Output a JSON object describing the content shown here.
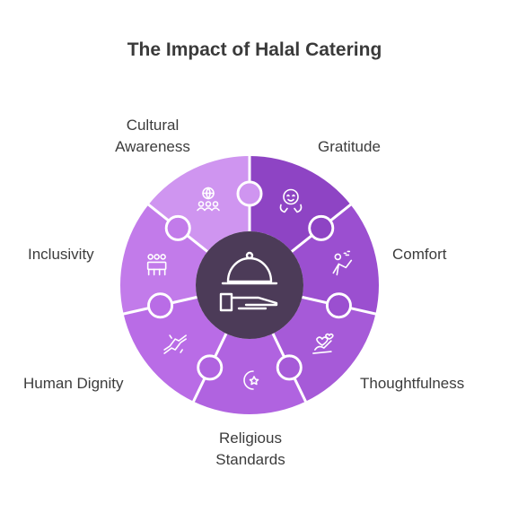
{
  "title": "The Impact of Halal Catering",
  "segments": [
    {
      "key": "gratitude",
      "label": "Gratitude",
      "color": "#8e44c4",
      "icon": "grateful-face-icon"
    },
    {
      "key": "comfort",
      "label": "Comfort",
      "color": "#9b4fd0",
      "icon": "relaxing-person-icon"
    },
    {
      "key": "thoughtfulness",
      "label": "Thoughtfulness",
      "color": "#a65ad8",
      "icon": "hearts-hand-icon"
    },
    {
      "key": "religious",
      "label": "Religious\nStandards",
      "label_line1": "Religious",
      "label_line2": "Standards",
      "color": "#b063e0",
      "icon": "crescent-star-icon"
    },
    {
      "key": "dignity",
      "label": "Human Dignity",
      "color": "#b96ce6",
      "icon": "hands-reaching-icon"
    },
    {
      "key": "inclusivity",
      "label": "Inclusivity",
      "color": "#c27bea",
      "icon": "people-table-icon"
    },
    {
      "key": "cultural",
      "label": "Cultural\nAwareness",
      "label_line1": "Cultural",
      "label_line2": "Awareness",
      "color": "#cf95f0",
      "icon": "globe-people-icon"
    }
  ],
  "hub": {
    "color": "#4c3b58",
    "icon": "serving-cloche-icon"
  },
  "colors": {
    "title": "#3a3a3a",
    "label": "#3c3c3c",
    "separator": "#ffffff"
  }
}
